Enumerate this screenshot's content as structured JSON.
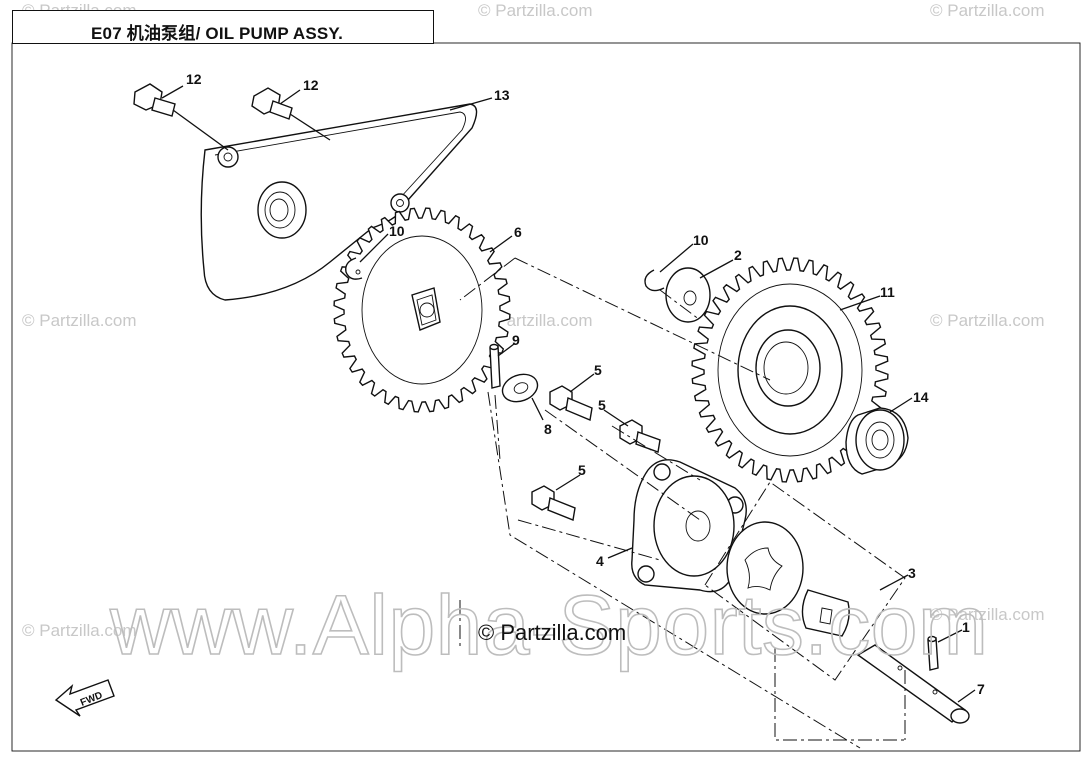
{
  "title": "E07  机油泵组/ OIL PUMP ASSY.",
  "watermark_main": "www.Alpha-Sports.com",
  "watermark_small": "© Partzilla.com",
  "copyright": "© Partzilla.com",
  "fwd_label": "FWD",
  "callouts": {
    "c12a": "12",
    "c12b": "12",
    "c13": "13",
    "c10a": "10",
    "c6": "6",
    "c10b": "10",
    "c2": "2",
    "c11": "11",
    "c9": "9",
    "c5a": "5",
    "c5b": "5",
    "c5c": "5",
    "c8": "8",
    "c14": "14",
    "c4": "4",
    "c3": "3",
    "c1": "1",
    "c7": "7"
  }
}
